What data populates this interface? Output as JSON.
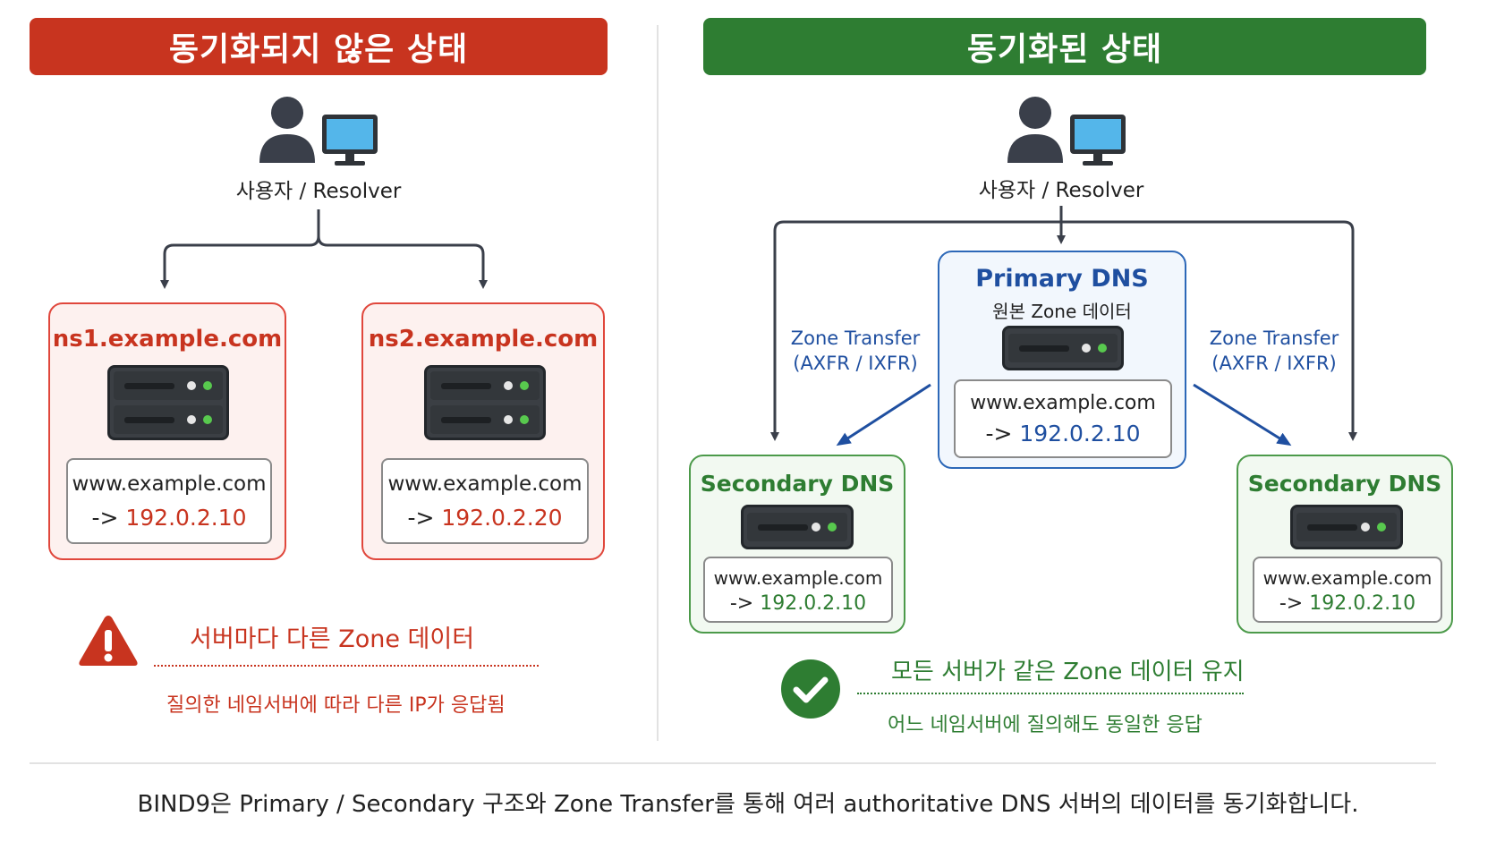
{
  "left": {
    "banner": "동기화되지 않은 상태",
    "user_label": "사용자 / Resolver",
    "server1": {
      "title": "ns1.example.com",
      "host": "www.example.com",
      "arrow": "->",
      "ip": "192.0.2.10"
    },
    "server2": {
      "title": "ns2.example.com",
      "host": "www.example.com",
      "arrow": "->",
      "ip": "192.0.2.20"
    },
    "warning_title": "서버마다 다른 Zone 데이터",
    "warning_sub": "질의한 네임서버에 따라 다른 IP가 응답됨"
  },
  "right": {
    "banner": "동기화된 상태",
    "user_label": "사용자 / Resolver",
    "primary": {
      "title": "Primary DNS",
      "subtitle": "원본 Zone 데이터",
      "host": "www.example.com",
      "arrow": "->",
      "ip": "192.0.2.10"
    },
    "transfer_left": {
      "line1": "Zone Transfer",
      "line2": "(AXFR / IXFR)"
    },
    "transfer_right": {
      "line1": "Zone Transfer",
      "line2": "(AXFR / IXFR)"
    },
    "secondary1": {
      "title": "Secondary DNS",
      "host": "www.example.com",
      "arrow": "->",
      "ip": "192.0.2.10"
    },
    "secondary2": {
      "title": "Secondary DNS",
      "host": "www.example.com",
      "arrow": "->",
      "ip": "192.0.2.10"
    },
    "ok_title": "모든 서버가 같은 Zone 데이터 유지",
    "ok_sub": "어느 네임서버에 질의해도 동일한 응답"
  },
  "footer": "BIND9은 Primary / Secondary 구조와 Zone Transfer를 통해 여러 authoritative DNS 서버의 데이터를 동기화합니다.",
  "colors": {
    "red": "#c8341f",
    "green": "#2e7d32",
    "blue": "#1f4fa0",
    "server_dark": "#3b3f44",
    "led_green": "#58c94e"
  },
  "icons": [
    "user-icon",
    "monitor-icon",
    "server-icon",
    "warning-icon",
    "check-icon"
  ]
}
